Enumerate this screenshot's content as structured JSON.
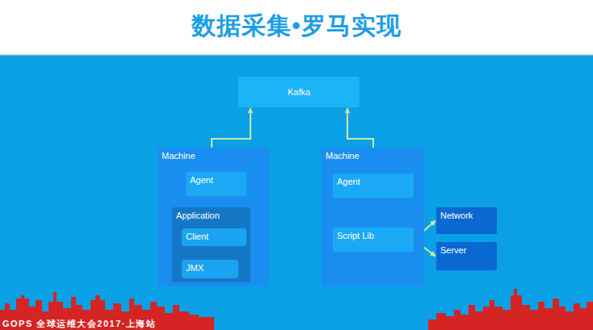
{
  "diagram": {
    "title": "数据采集•罗马实现",
    "nodes": [
      {
        "text": [
          "Kafka"
        ]
      },
      {
        "text": [
          "Machine"
        ]
      },
      {
        "text": [
          "Agent"
        ],
        "in": 1
      },
      {
        "text": [
          "Application"
        ],
        "in": 1
      },
      {
        "text": [
          "Client"
        ],
        "in": 3
      },
      {
        "text": [
          "JMX"
        ],
        "in": 3
      },
      {
        "text": [
          "Machine"
        ]
      },
      {
        "text": [
          "Agent"
        ],
        "in": 6
      },
      {
        "text": [
          "Script Lib"
        ],
        "in": 6
      },
      {
        "text": [
          "Network"
        ]
      },
      {
        "text": [
          "Server"
        ]
      }
    ],
    "edges": [
      {
        "from": 0,
        "to": 2,
        "arrow": "both"
      },
      {
        "from": 4,
        "to": 2,
        "arrow": "to"
      },
      {
        "from": 4,
        "to": 5,
        "arrow": "to"
      },
      {
        "from": 0,
        "to": 7,
        "arrow": "both"
      },
      {
        "from": 7,
        "to": 8,
        "arrow": "to"
      },
      {
        "from": 8,
        "to": 9,
        "arrow": "to"
      },
      {
        "from": 8,
        "to": 10,
        "arrow": "to"
      }
    ],
    "labels": [
      "GOPS 全球运维大会2017·上海站"
    ]
  }
}
